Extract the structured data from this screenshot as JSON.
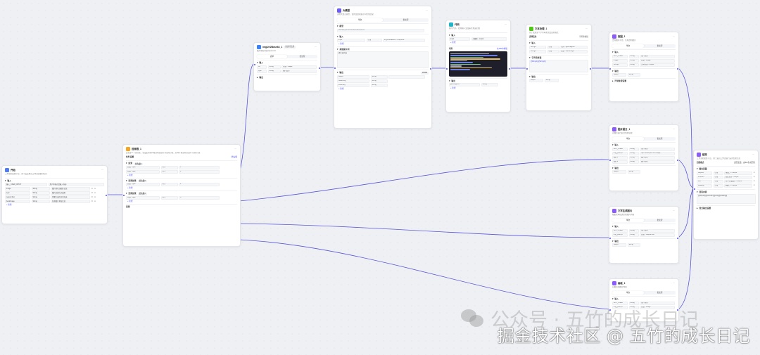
{
  "canvas": {
    "accent_color": "#4d53e8",
    "edge_color": "#5a55d8"
  },
  "nodes": {
    "start": {
      "title": "开始",
      "desc": "工作流的起始节点，用于设定启动工作流需要的信息",
      "icon": "start-icon",
      "section": "输入",
      "rows": [
        {
          "name": "输入_USER_INPUT",
          "type": "",
          "desc": "用户本轮对话输入内容"
        },
        {
          "name": "image",
          "type": "String",
          "desc": "图片地址或图片信息"
        },
        {
          "name": "type",
          "type": "String",
          "desc": "图片处理方式类型"
        },
        {
          "name": "requireText",
          "type": "String",
          "desc": "需要生成的文本内容"
        },
        {
          "name": "backImage",
          "type": "String",
          "desc": "背景图片地址信息"
        }
      ],
      "add_label": "+ 新增"
    },
    "condition": {
      "title": "选择器_1",
      "desc": "连接多个下游分支，若设定的条件成立则仅运行对应的分支，若均不成立则只运行“否则”分支",
      "icon": "condition-icon",
      "header_label": "条件设置",
      "priority_label": "优先级",
      "branches": [
        {
          "label": "如果",
          "badge": "优先级1",
          "left": "开始 - type",
          "op": "等于",
          "right": "1"
        },
        {
          "label": "否则如果",
          "badge": "优先级2",
          "left": "开始 - type",
          "op": "等于",
          "right": "2"
        },
        {
          "label": "否则如果",
          "badge": "优先级3",
          "left": "开始 - type",
          "op": "等于",
          "right": "3"
        }
      ],
      "else_label": "否则",
      "add_label": "+ 新增"
    },
    "plugin_left": {
      "title": "imgUrl2Base64_1",
      "badge": "试运行结果",
      "desc": "图片地址转换为base64",
      "tabs": [
        "表单",
        "批处理"
      ],
      "section": "输入",
      "rows": [
        {
          "name": "url",
          "type": "String",
          "value": "开始 - image"
        },
        {
          "name": "type",
          "type": "String",
          "value": "图片类型"
        }
      ],
      "output_label": "输出"
    },
    "llm": {
      "title": "大模型",
      "desc": "调用大语言模型，使用变量和提示词生成回复",
      "tabs": [
        "单次",
        "批处理"
      ],
      "model_label": "模型",
      "model_value": "doubao-pro-4k-functioncall-240515",
      "input_label": "输入",
      "input_row": {
        "name": "input",
        "type": "引用",
        "value": "imgUrl2Base64 - response"
      },
      "prompt_label": "系统提示词",
      "prompt_placeholder": "提示词内容",
      "output_label": "输出",
      "output_format": "JSON",
      "output_rows": [
        {
          "name": "output",
          "type": "String"
        },
        {
          "name": "reasoning",
          "type": "String"
        },
        {
          "name": "summary",
          "type": "String"
        }
      ],
      "add_label": "+ 新增"
    },
    "code": {
      "title": "代码",
      "desc": "编写代码，处理输入变量来生成返回值",
      "input_label": "输入",
      "input_row": {
        "name": "input",
        "type": "大模型 - output"
      },
      "code_label": "代码",
      "code_link": "在IDE中编辑",
      "output_label": "输出",
      "output_row": {
        "name": "getImageUrl",
        "type": "String"
      },
      "add_label": "+ 新增"
    },
    "text": {
      "title": "文本处理_1",
      "desc": "用于处理多个字符串类型变量的格式",
      "mode_label": "选择应用",
      "mode_value": "字符串拼接",
      "input_label": "输入",
      "rows": [
        {
          "name": "String1",
          "type": "引用",
          "value": "代码 - getImageUrl"
        },
        {
          "name": "String2",
          "type": "引用",
          "value": "开始 - backImage"
        }
      ],
      "concat_label": "字符串拼接",
      "concat_value": "{{String1}}{{String2}}",
      "output_label": "输出",
      "output_row": {
        "name": "output",
        "type": "String"
      }
    },
    "plugin_r1": {
      "title": "抠图_1",
      "desc": "去除图片背景，生成透明图片",
      "tabs": [
        "单次",
        "批处理"
      ],
      "section": "输入",
      "rows": [
        {
          "name": "BOT_USER",
          "type": "String",
          "value": "用户身份"
        },
        {
          "name": "image",
          "type": "String",
          "value": "开始 - image"
        },
        {
          "name": "prompt",
          "type": "String",
          "value": "文本处理 - output"
        }
      ],
      "output_label": "输出",
      "output_row": {
        "name": "output",
        "type": "String"
      },
      "extra_label": "异常处理设置"
    },
    "plugin_r2": {
      "title": "图片超分_1",
      "desc": "对图片进行超分辨率处理",
      "tabs": [
        "单次",
        "批处理"
      ],
      "section": "输入",
      "rows": [
        {
          "name": "BOT_USER",
          "type": "String",
          "value": "用户身份"
        },
        {
          "name": "img_prompt",
          "type": "String",
          "value": "http://example.com/image"
        },
        {
          "name": "图片1",
          "type": "String",
          "value": "图片地址"
        },
        {
          "name": "图片2",
          "type": "String",
          "value": "图片地址"
        }
      ],
      "output_label": "输出",
      "output_row": {
        "name": "output",
        "type": "String"
      }
    },
    "plugin_r3": {
      "title": "文字生成图片",
      "desc": "根据文本描述生成图片内容",
      "tabs": [
        "单次",
        "批处理"
      ],
      "section": "输入",
      "rows": [
        {
          "name": "BOT_USER",
          "type": "String",
          "value": "用户身份"
        },
        {
          "name": "img_prompt",
          "type": "String",
          "value": "开始 - requireText"
        }
      ],
      "output_label": "输出",
      "output_row": {
        "name": "output",
        "type": "String"
      }
    },
    "plugin_r4": {
      "title": "画板_1",
      "desc": "自由绘制图片内容",
      "tabs": [
        "单次",
        "批处理"
      ],
      "section": "输入",
      "rows": [
        {
          "name": "BOT_USER",
          "type": "String",
          "value": "用户身份"
        },
        {
          "name": "img_prompt",
          "type": "String",
          "value": "开始 - image"
        }
      ]
    },
    "end": {
      "title": "结束",
      "desc": "工作流的最终节点，用于返回工作流运行后的结果信息",
      "mode_label": "回答模式",
      "mode_value": "返回变量，由Bot生成回答",
      "section": "输出变量",
      "rows": [
        {
          "name": "outputs",
          "type": "引用",
          "value": "抠图_1 - output"
        },
        {
          "name": "function",
          "type": "引用",
          "value": "图片超分 - output"
        },
        {
          "name": "text",
          "type": "引用",
          "value": "文字生成图片 - output"
        },
        {
          "name": "drawing",
          "type": "引用",
          "value": "画板_1 - output"
        }
      ],
      "answer_label": "回答内容",
      "answer_value": "{{outputs}}{{function}}{{text}}{{drawing}}",
      "extra_label": "流式输出设置"
    }
  },
  "watermark": {
    "wechat_text": "公众号 · 五竹的成长日记",
    "overlay_text": "掘金技术社区 @ 五竹的成长日记"
  }
}
